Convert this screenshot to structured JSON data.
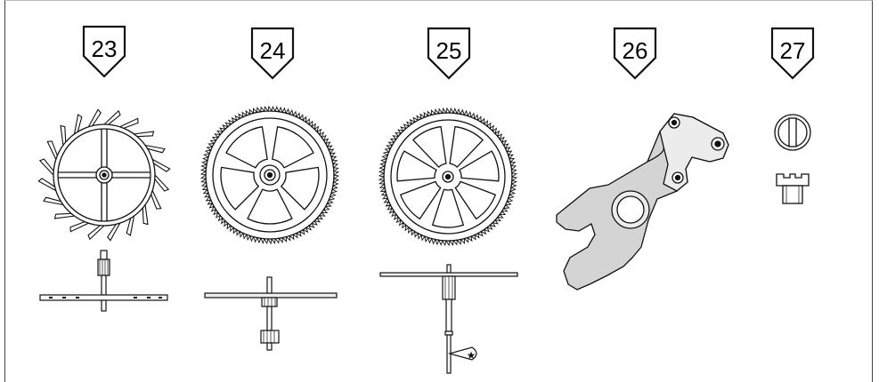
{
  "parts": [
    {
      "number": "23",
      "name": "escape wheel"
    },
    {
      "number": "24",
      "name": "wheel"
    },
    {
      "number": "25",
      "name": "wheel"
    },
    {
      "number": "26",
      "name": "plate"
    },
    {
      "number": "27",
      "name": "screw"
    }
  ],
  "icons": {
    "callout": "pentagon-label-icon",
    "star": "star-marker-icon"
  },
  "colors": {
    "line": "#1a1a1a",
    "fill_grey": "#d4d4d4",
    "background": "#ffffff"
  }
}
